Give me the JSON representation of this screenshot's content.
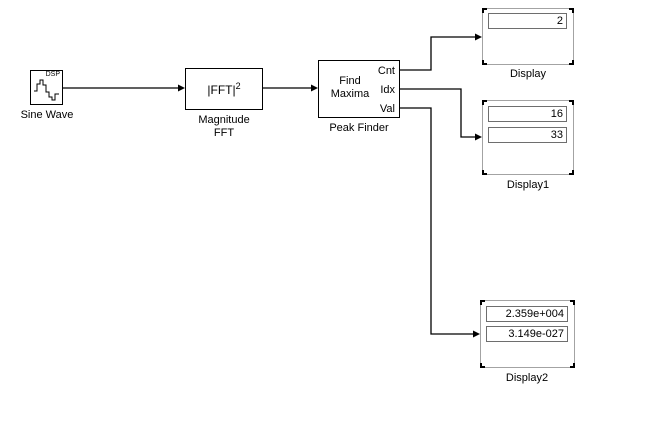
{
  "window": {
    "background": "#ffffff"
  },
  "colors": {
    "wire": "#000000",
    "block_border": "#000000",
    "display_border": "#a3a3a3",
    "field_border": "#6e6e6e"
  },
  "blocks": {
    "sine_wave": {
      "icon_label": "DSP",
      "label": "Sine Wave"
    },
    "magnitude_fft": {
      "formula_base": "|FFT|",
      "formula_exponent": "2",
      "label_line1": "Magnitude",
      "label_line2": "FFT"
    },
    "peak_finder": {
      "text_line1": "Find",
      "text_line2": "Maxima",
      "port_cnt": "Cnt",
      "port_idx": "Idx",
      "port_val": "Val",
      "label": "Peak Finder"
    },
    "display": {
      "values": [
        "2"
      ],
      "label": "Display"
    },
    "display1": {
      "values": [
        "16",
        "33"
      ],
      "label": "Display1"
    },
    "display2": {
      "values": [
        "2.359e+004",
        "3.149e-027"
      ],
      "label": "Display2"
    }
  }
}
